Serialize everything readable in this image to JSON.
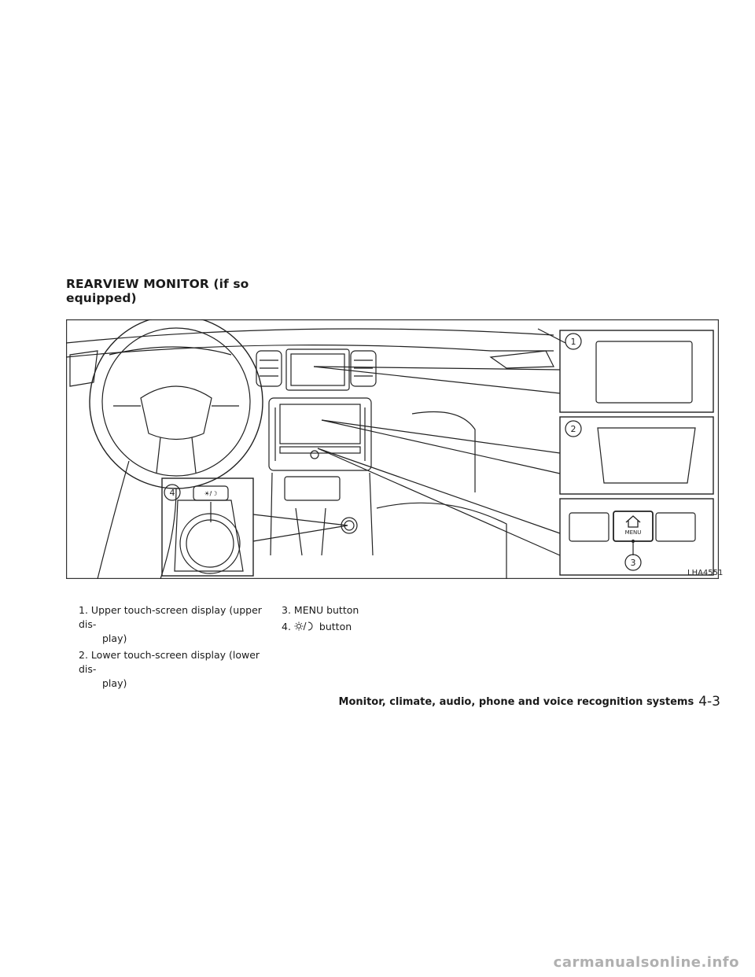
{
  "heading": {
    "line1": "REARVIEW MONITOR (if so",
    "line2": "equipped)"
  },
  "figure": {
    "code": "LHA4551",
    "callouts": [
      "1",
      "2",
      "3",
      "4"
    ],
    "menu_label": "MENU",
    "icons": [
      "home-icon",
      "day-night-icon"
    ]
  },
  "items": [
    {
      "num": "1.",
      "text_a": "Upper touch-screen display (upper dis-",
      "text_b": "play)"
    },
    {
      "num": "2.",
      "text_a": "Lower touch-screen display (lower dis-",
      "text_b": "play)"
    },
    {
      "num": "3.",
      "text": "MENU button"
    },
    {
      "num": "4.",
      "text": "button",
      "icon": "day-night-icon"
    }
  ],
  "footer": {
    "section": "Monitor, climate, audio, phone and voice recognition systems",
    "page": "4-3"
  },
  "watermark": "carmanualsonline.info"
}
